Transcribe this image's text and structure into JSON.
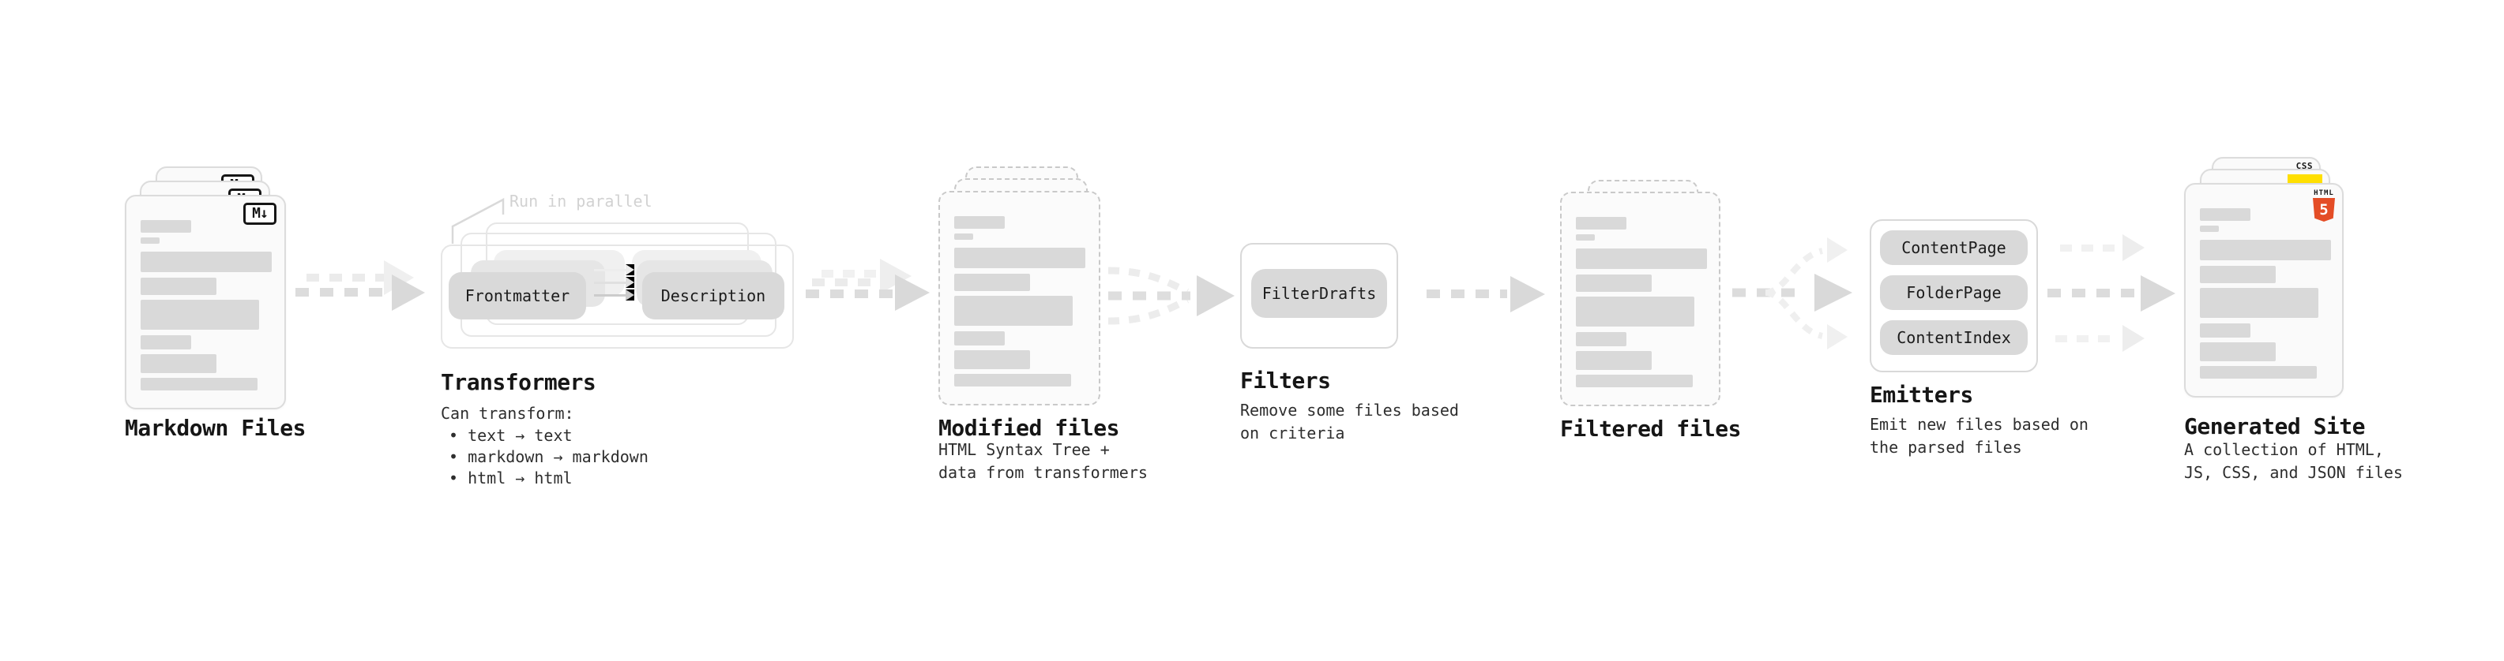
{
  "nodes": {
    "markdown_files": {
      "label": "Markdown Files",
      "badge": "M↓"
    },
    "transformers": {
      "annotation": "Run in parallel",
      "pill_left": "Frontmatter",
      "pill_right": "Description",
      "label": "Transformers",
      "description_title": "Can transform:",
      "bullets": [
        "• text → text",
        "• markdown → markdown",
        "• html → html"
      ]
    },
    "modified_files": {
      "label": "Modified files",
      "description_lines": [
        "HTML Syntax Tree +",
        "data from transformers"
      ]
    },
    "filters": {
      "pill": "FilterDrafts",
      "label": "Filters",
      "description_lines": [
        "Remove some files based",
        "on criteria"
      ]
    },
    "filtered_files": {
      "label": "Filtered files"
    },
    "emitters": {
      "pills": [
        "ContentPage",
        "FolderPage",
        "ContentIndex"
      ],
      "label": "Emitters",
      "description_lines": [
        "Emit new files based on",
        "the parsed files"
      ]
    },
    "generated_site": {
      "label": "Generated Site",
      "description_lines": [
        "A collection of HTML,",
        "JS, CSS, and JSON files"
      ],
      "badge_css": "CSS",
      "badge_html_text": "HTML",
      "badge_html_number": "5"
    }
  },
  "colors": {
    "html5_orange": "#e44d26",
    "js_yellow": "#ffdf00",
    "css_blue": "#2d53e5",
    "skeleton_gray": "#d9d9d9",
    "arrow_gray": "#d9d9d9"
  }
}
